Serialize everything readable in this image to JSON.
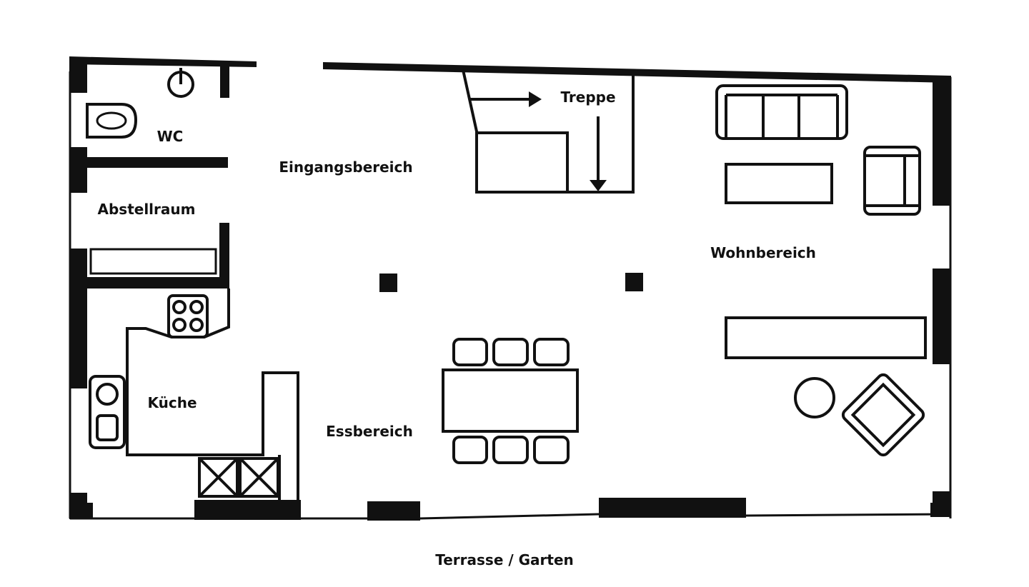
{
  "plan": {
    "rooms": {
      "wc": "WC",
      "eingang": "Eingangsbereich",
      "abstell": "Abstellraum",
      "treppe": "Treppe",
      "wohn": "Wohnbereich",
      "kueche": "Küche",
      "ess": "Essbereich"
    },
    "outside": "Terrasse / Garten"
  },
  "colors": {
    "line": "#111111",
    "background": "#ffffff"
  }
}
